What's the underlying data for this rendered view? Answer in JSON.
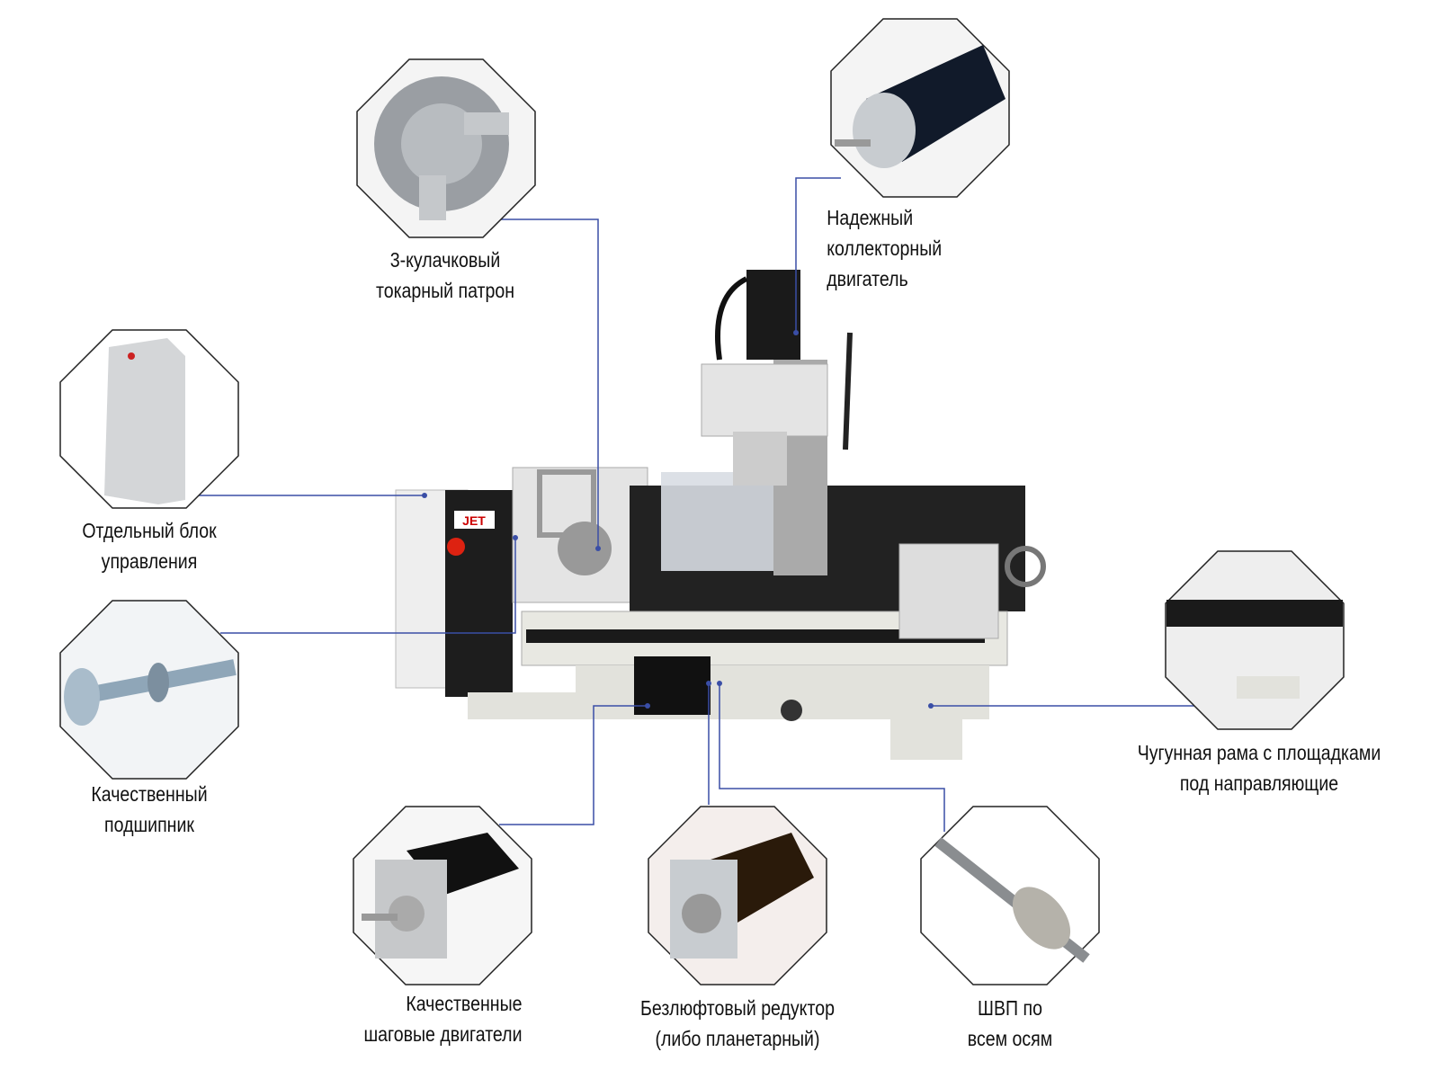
{
  "callouts": {
    "chuck": {
      "line1": "3-кулачковый",
      "line2": "токарный патрон"
    },
    "motor": {
      "line1": "Надежный",
      "line2": "коллекторный",
      "line3": "двигатель"
    },
    "control": {
      "line1": "Отдельный блок",
      "line2": "управления"
    },
    "bearing": {
      "line1": "Качественный",
      "line2": "подшипник"
    },
    "frame": {
      "line1": "Чугунная рама с площадками",
      "line2": "под направляющие"
    },
    "stepper": {
      "line1": "Качественные",
      "line2": "шаговые двигатели"
    },
    "gearbox": {
      "line1": "Безлюфтовый редуктор",
      "line2": "(либо планетарный)"
    },
    "ballscrew": {
      "line1": "ШВП по",
      "line2": "всем осям"
    }
  },
  "machine": {
    "brand": "JET"
  },
  "colors": {
    "connector": "#3a4ea6",
    "outline": "#222222"
  }
}
